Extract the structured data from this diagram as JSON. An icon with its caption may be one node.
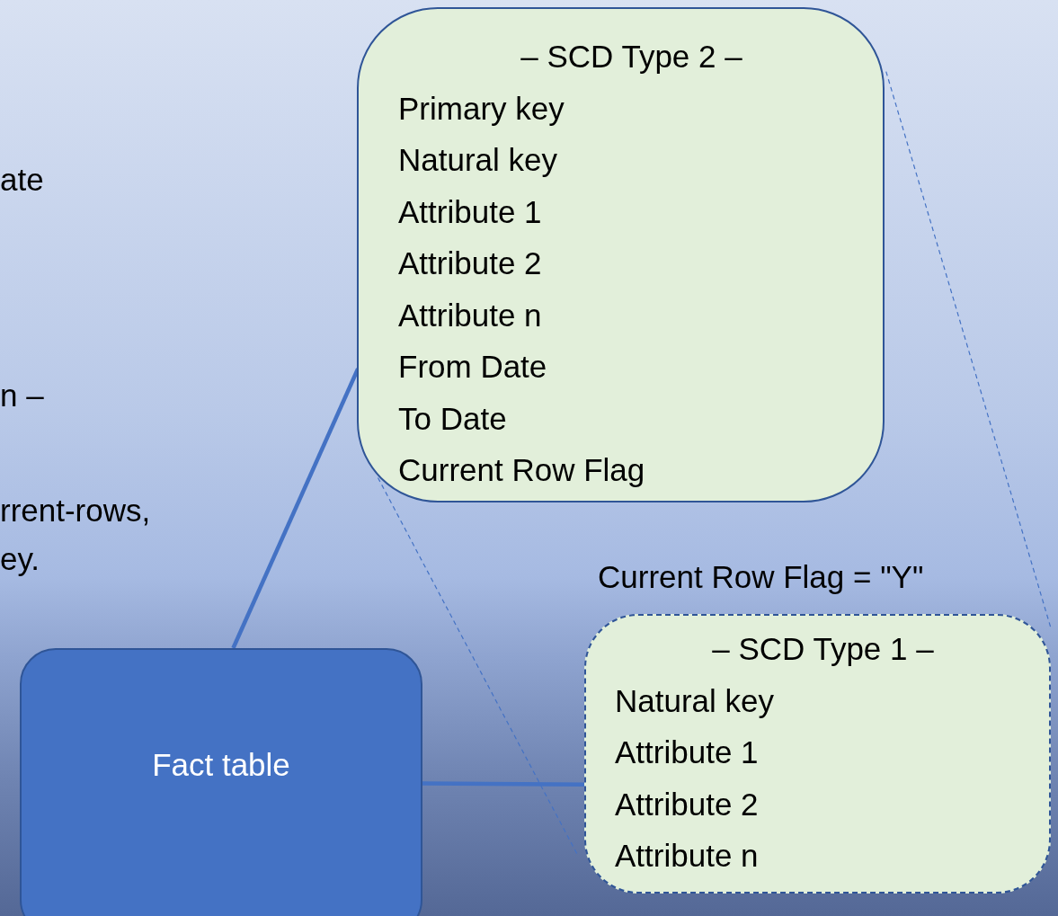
{
  "diagram": {
    "nodes": [
      {
        "text": [
          "– SCD Type 2 –",
          "Primary key",
          "Natural key",
          "Attribute 1",
          "Attribute 2",
          "Attribute n",
          "From Date",
          "To Date",
          "Current Row Flag"
        ]
      },
      {
        "text": [
          "– SCD Type 1 –",
          "Natural key",
          "Attribute 1",
          "Attribute 2",
          "Attribute n"
        ],
        "beside": [
          "Current Row Flag = \"Y\""
        ]
      },
      {
        "text": [
          "Fact table"
        ]
      }
    ],
    "edges": [
      {
        "from": 2,
        "to": 0,
        "arrow": "none",
        "style": "thick"
      },
      {
        "from": 2,
        "to": 1,
        "arrow": "none",
        "style": "thick"
      },
      {
        "from": 0,
        "to": 1,
        "arrow": "none",
        "style": "dashed"
      },
      {
        "from": 0,
        "to": 1,
        "arrow": "none",
        "style": "dashed"
      }
    ],
    "labels": [
      "ate",
      "n –",
      "rrent-rows,",
      "ey."
    ]
  }
}
